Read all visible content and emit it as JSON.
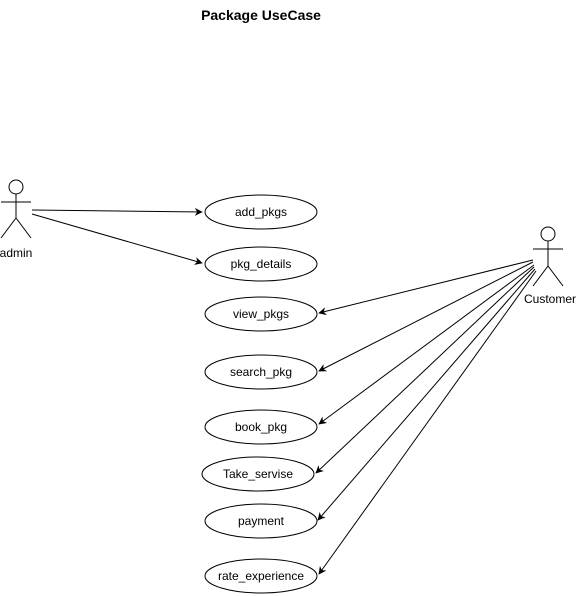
{
  "diagram": {
    "title": "Package UseCase",
    "actors": [
      {
        "id": "admin",
        "label": "admin"
      },
      {
        "id": "customer",
        "label": "Customer"
      }
    ],
    "use_cases": [
      {
        "id": "add_pkgs",
        "label": "add_pkgs"
      },
      {
        "id": "pkg_details",
        "label": "pkg_details"
      },
      {
        "id": "view_pkgs",
        "label": "view_pkgs"
      },
      {
        "id": "search_pkg",
        "label": "search_pkg"
      },
      {
        "id": "book_pkg",
        "label": "book_pkg"
      },
      {
        "id": "take_servise",
        "label": "Take_servise"
      },
      {
        "id": "payment",
        "label": "payment"
      },
      {
        "id": "rate_experience",
        "label": "rate_experience"
      }
    ],
    "associations": [
      {
        "from": "admin",
        "to": "add_pkgs"
      },
      {
        "from": "admin",
        "to": "pkg_details"
      },
      {
        "from": "customer",
        "to": "view_pkgs"
      },
      {
        "from": "customer",
        "to": "search_pkg"
      },
      {
        "from": "customer",
        "to": "book_pkg"
      },
      {
        "from": "customer",
        "to": "take_servise"
      },
      {
        "from": "customer",
        "to": "payment"
      },
      {
        "from": "customer",
        "to": "rate_experience"
      }
    ]
  }
}
